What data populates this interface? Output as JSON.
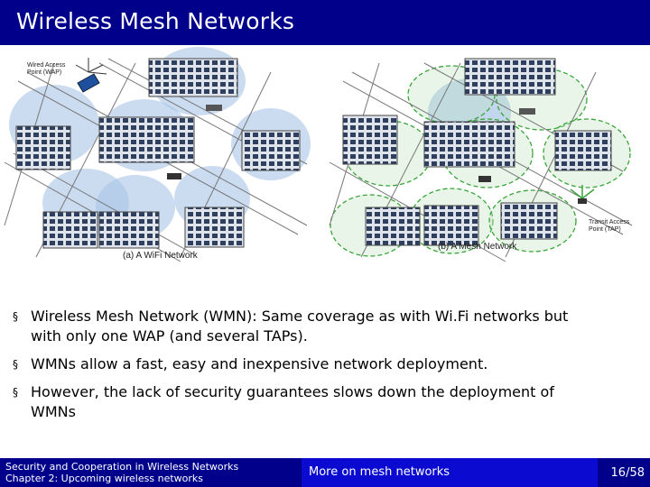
{
  "slide": {
    "title": "Wireless Mesh Networks"
  },
  "figure": {
    "wap_label_line1": "Wired Access",
    "wap_label_line2": "Point (WAP)",
    "tap_label_line1": "Transit Access",
    "tap_label_line2": "Point (TAP)",
    "caption_a": "(a) A WiFi Network",
    "caption_b": "(b) A Mesh Network"
  },
  "bullets": [
    {
      "line1": "Wireless Mesh Network (WMN): Same coverage as with Wi.Fi networks but",
      "line2": "with only one WAP (and several TAPs)."
    },
    {
      "line1": "WMNs allow a fast, easy and inexpensive network deployment.",
      "line2": ""
    },
    {
      "line1": "However, the lack of security guarantees slows down the deployment of",
      "line2": "WMNs"
    }
  ],
  "bullet_marker": "§",
  "footer": {
    "left_line1": "Security and Cooperation in Wireless Networks",
    "left_line2": "Chapter 2: Upcoming wireless networks",
    "middle": "More on mesh networks",
    "page": "16/58"
  },
  "colors": {
    "title_bar": "#00008b",
    "footer_mid": "#0a0ad0",
    "coverage_blue": "#a8c4e6",
    "mesh_green": "#3aa53a"
  }
}
